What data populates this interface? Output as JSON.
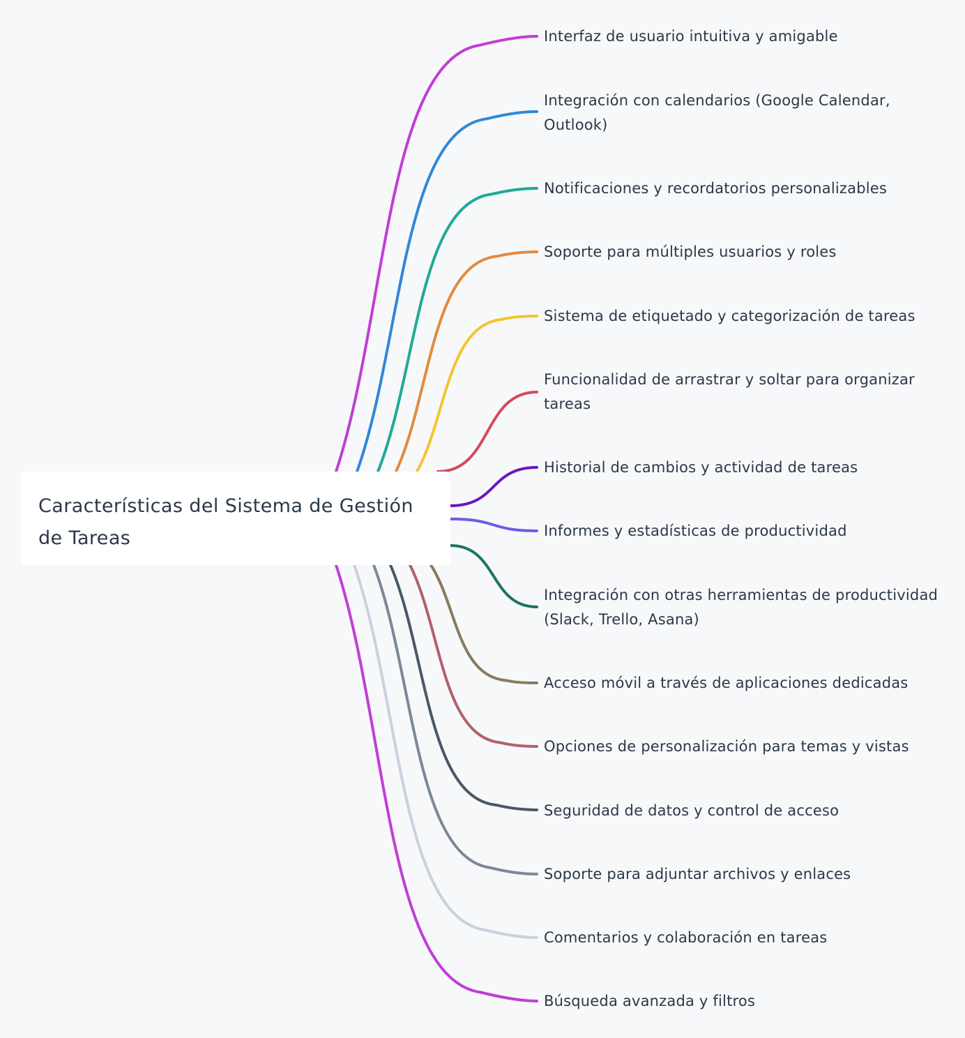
{
  "root": {
    "title": "Características del Sistema de Gestión de Tareas"
  },
  "branches": [
    {
      "label": "Interfaz de usuario intuitiva y amigable",
      "color": "#c03ed6"
    },
    {
      "label": "Integración con calendarios (Google Calendar, Outlook)",
      "color": "#2f88d8"
    },
    {
      "label": "Notificaciones y recordatorios personalizables",
      "color": "#1faa98"
    },
    {
      "label": "Soporte para múltiples usuarios y roles",
      "color": "#e38a3e"
    },
    {
      "label": "Sistema de etiquetado y categorización de tareas",
      "color": "#f4c430"
    },
    {
      "label": "Funcionalidad de arrastrar y soltar para organizar tareas",
      "color": "#d44a5e"
    },
    {
      "label": "Historial de cambios y actividad de tareas",
      "color": "#6a17c0"
    },
    {
      "label": "Informes y estadísticas de productividad",
      "color": "#6c5ce7"
    },
    {
      "label": "Integración con otras herramientas de productividad (Slack, Trello, Asana)",
      "color": "#1b7563"
    },
    {
      "label": "Acceso móvil a través de aplicaciones dedicadas",
      "color": "#8a7a5e"
    },
    {
      "label": "Opciones de personalización para temas y vistas",
      "color": "#b06268"
    },
    {
      "label": "Seguridad de datos y control de acceso",
      "color": "#4a5868"
    },
    {
      "label": "Soporte para adjuntar archivos y enlaces",
      "color": "#7c8899"
    },
    {
      "label": "Comentarios y colaboración en tareas",
      "color": "#c8d2dd"
    },
    {
      "label": "Búsqueda avanzada y filtros",
      "color": "#c03ed6"
    }
  ]
}
